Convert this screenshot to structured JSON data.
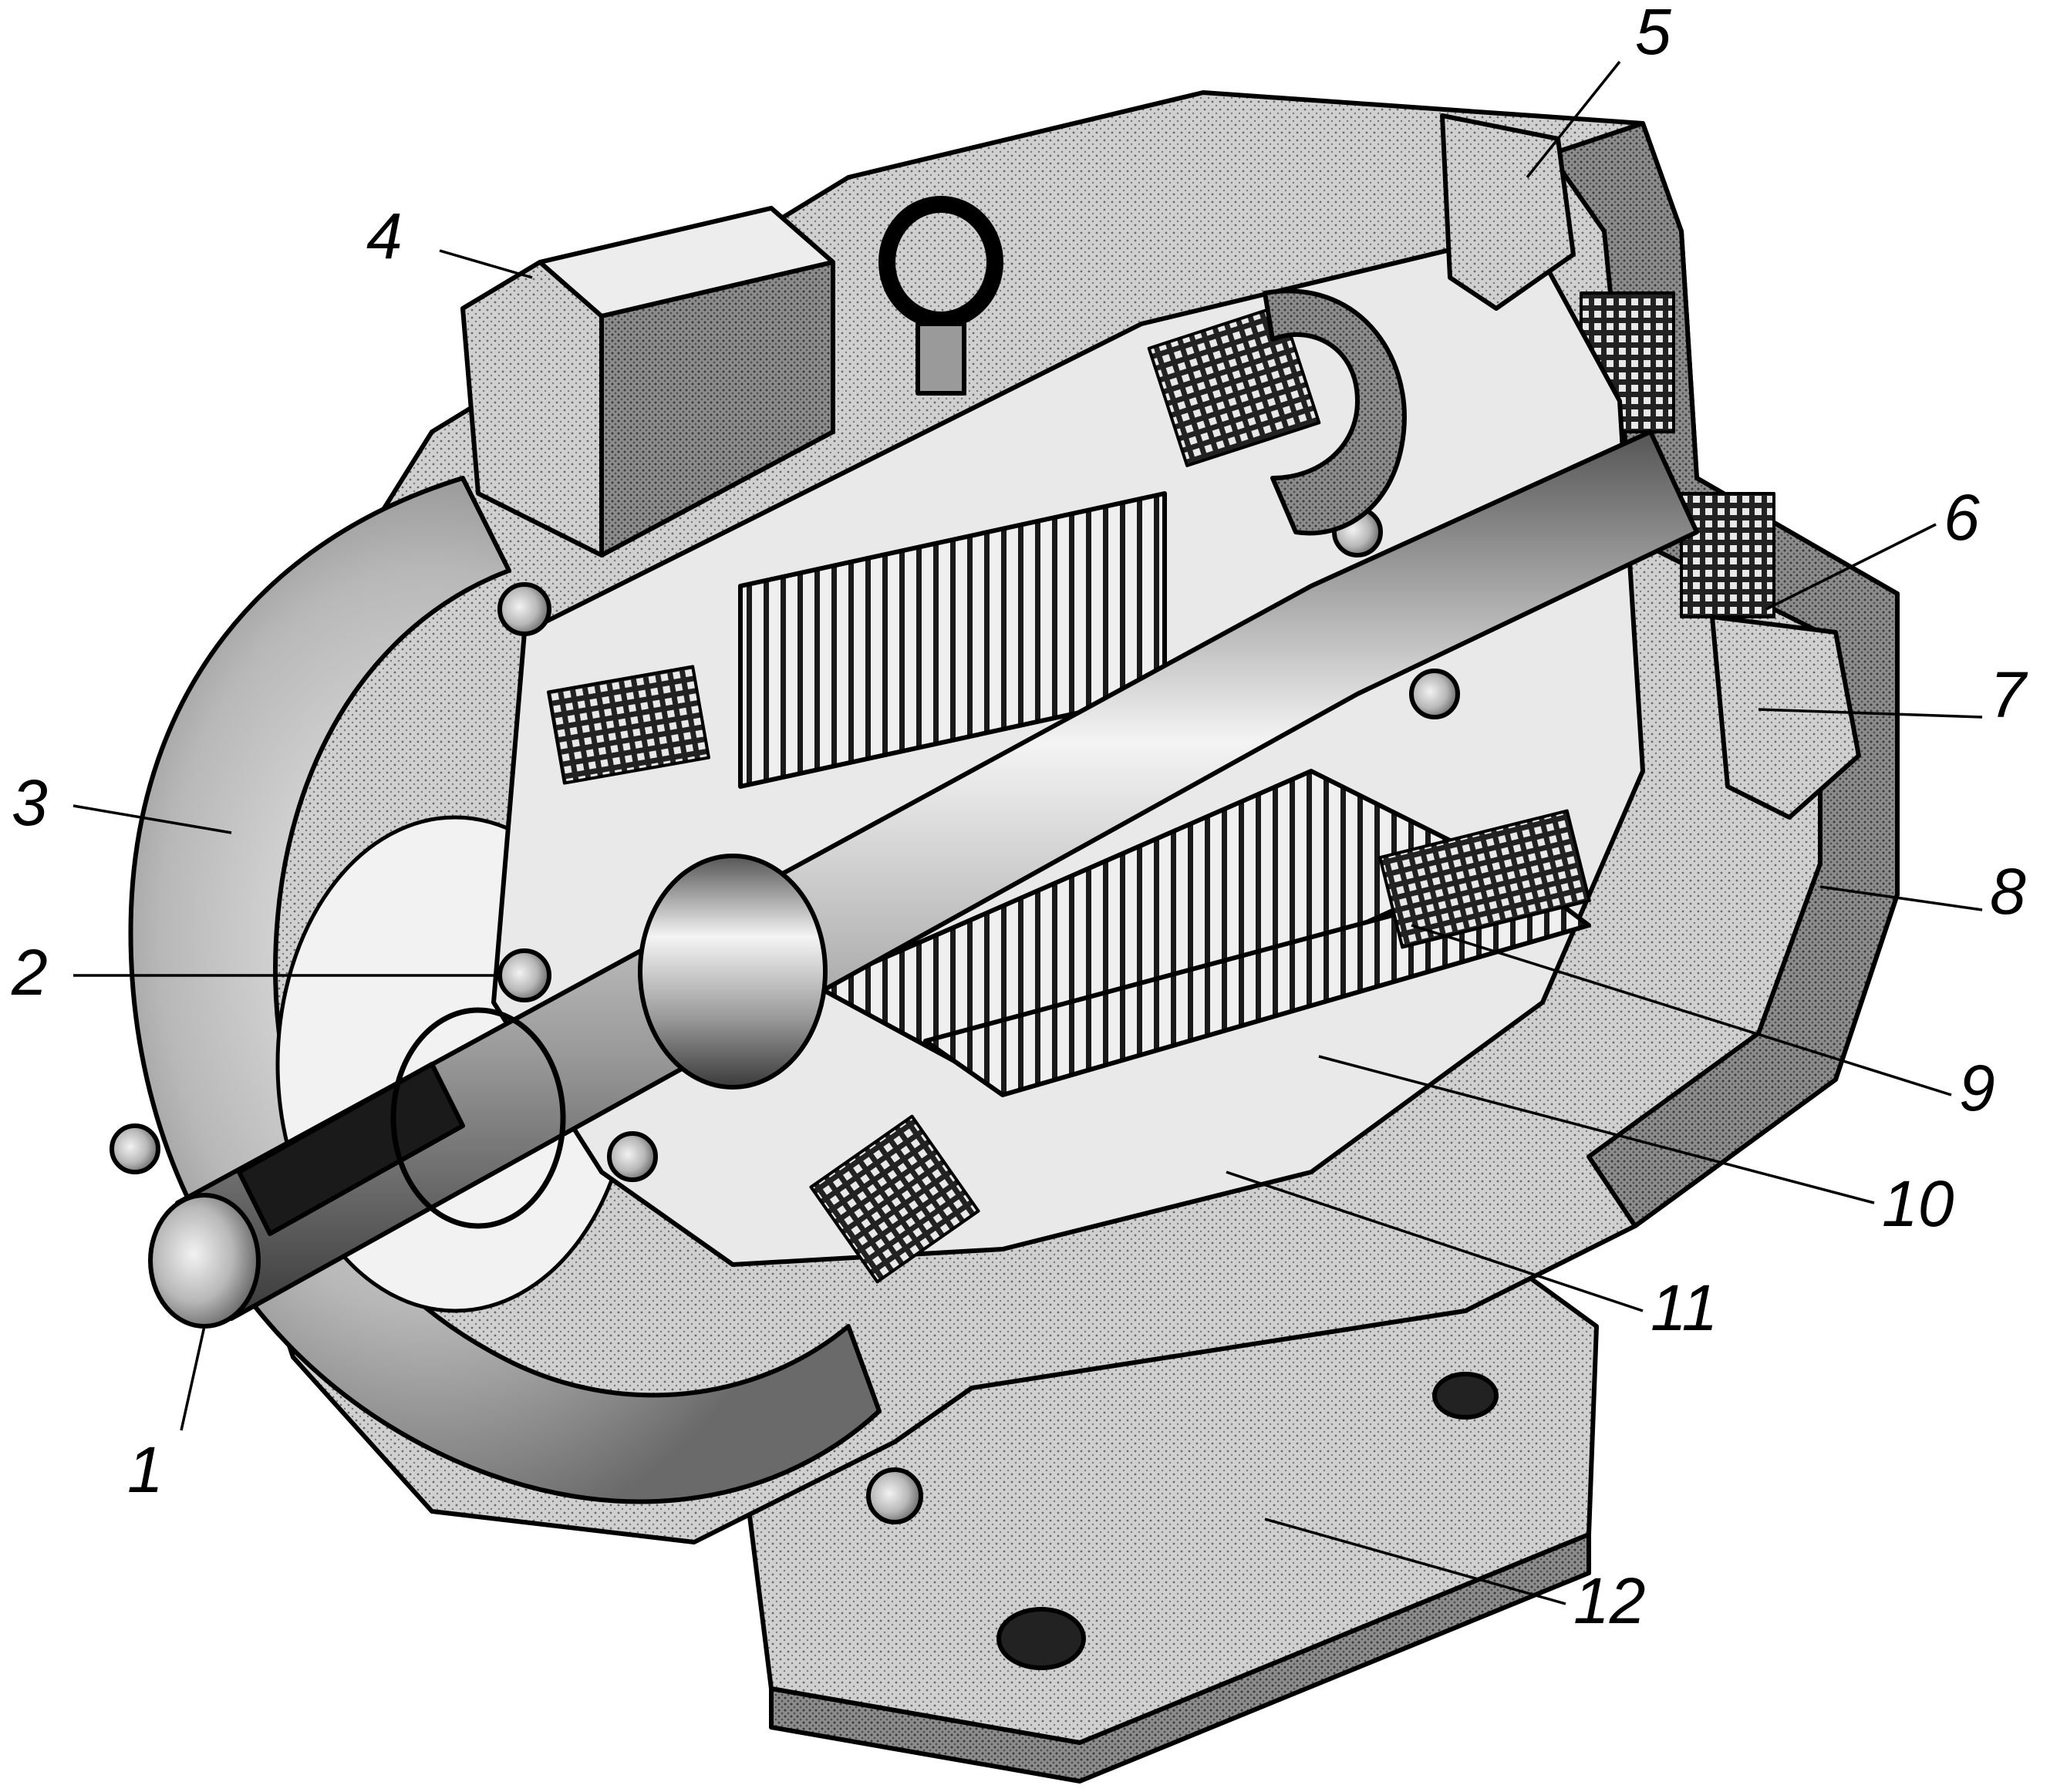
{
  "callouts": [
    {
      "id": 1,
      "label": "1"
    },
    {
      "id": 2,
      "label": "2"
    },
    {
      "id": 3,
      "label": "3"
    },
    {
      "id": 4,
      "label": "4"
    },
    {
      "id": 5,
      "label": "5"
    },
    {
      "id": 6,
      "label": "6"
    },
    {
      "id": 7,
      "label": "7"
    },
    {
      "id": 8,
      "label": "8"
    },
    {
      "id": 9,
      "label": "9"
    },
    {
      "id": 10,
      "label": "10"
    },
    {
      "id": 11,
      "label": "11"
    },
    {
      "id": 12,
      "label": "12"
    }
  ]
}
